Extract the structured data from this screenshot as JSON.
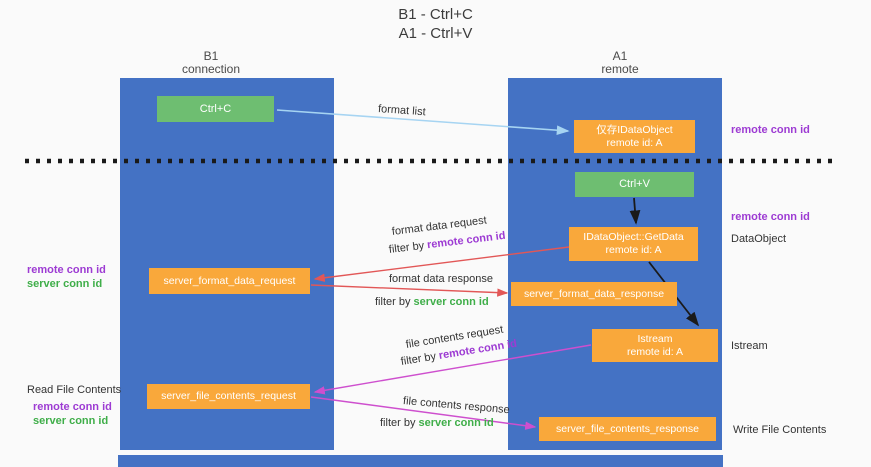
{
  "title": {
    "line1": "B1 - Ctrl+C",
    "line2": "A1 - Ctrl+V"
  },
  "lanes": {
    "left": {
      "title": "B1",
      "subtitle": "connection"
    },
    "right": {
      "title": "A1",
      "subtitle": "remote"
    }
  },
  "boxes": {
    "ctrl_c": {
      "label": "Ctrl+C"
    },
    "ctrl_v": {
      "label": "Ctrl+V"
    },
    "stored_dataobject": {
      "line1": "仅存IDataObject",
      "line2": "remote id: A"
    },
    "getdata": {
      "line1": "IDataObject::GetData",
      "line2": "remote id: A"
    },
    "istream": {
      "line1": "Istream",
      "line2": "remote id: A"
    },
    "format_request": {
      "label": "server_format_data_request"
    },
    "format_response": {
      "label": "server_format_data_response"
    },
    "file_request": {
      "label": "server_file_contents_request"
    },
    "file_response": {
      "label": "server_file_contents_response"
    }
  },
  "arrow_labels": {
    "format_list": "format list",
    "format_data_request": "format data request",
    "format_data_response": "format data response",
    "file_contents_request": "file contents request",
    "file_contents_response": "file contents response",
    "filter_by": "filter by",
    "remote_conn_id": "remote conn id",
    "server_conn_id": "server conn id"
  },
  "side_labels": {
    "remote_conn_id": "remote conn id",
    "server_conn_id": "server conn id",
    "dataobject": "DataObject",
    "istream": "Istream",
    "read_file_contents": "Read File Contents",
    "write_file_contents": "Write File Contents"
  },
  "colors": {
    "lane_blue": "#4472C4",
    "box_green": "#6EBE71",
    "box_orange": "#F9A83B",
    "purple_text": "#9D3BD3",
    "green_text": "#3FAE49",
    "arrow_red": "#E25757",
    "arrow_magenta": "#CE4FCE",
    "arrow_lightblue": "#A6D4F2",
    "dashed_line": "#1a1a1a"
  }
}
